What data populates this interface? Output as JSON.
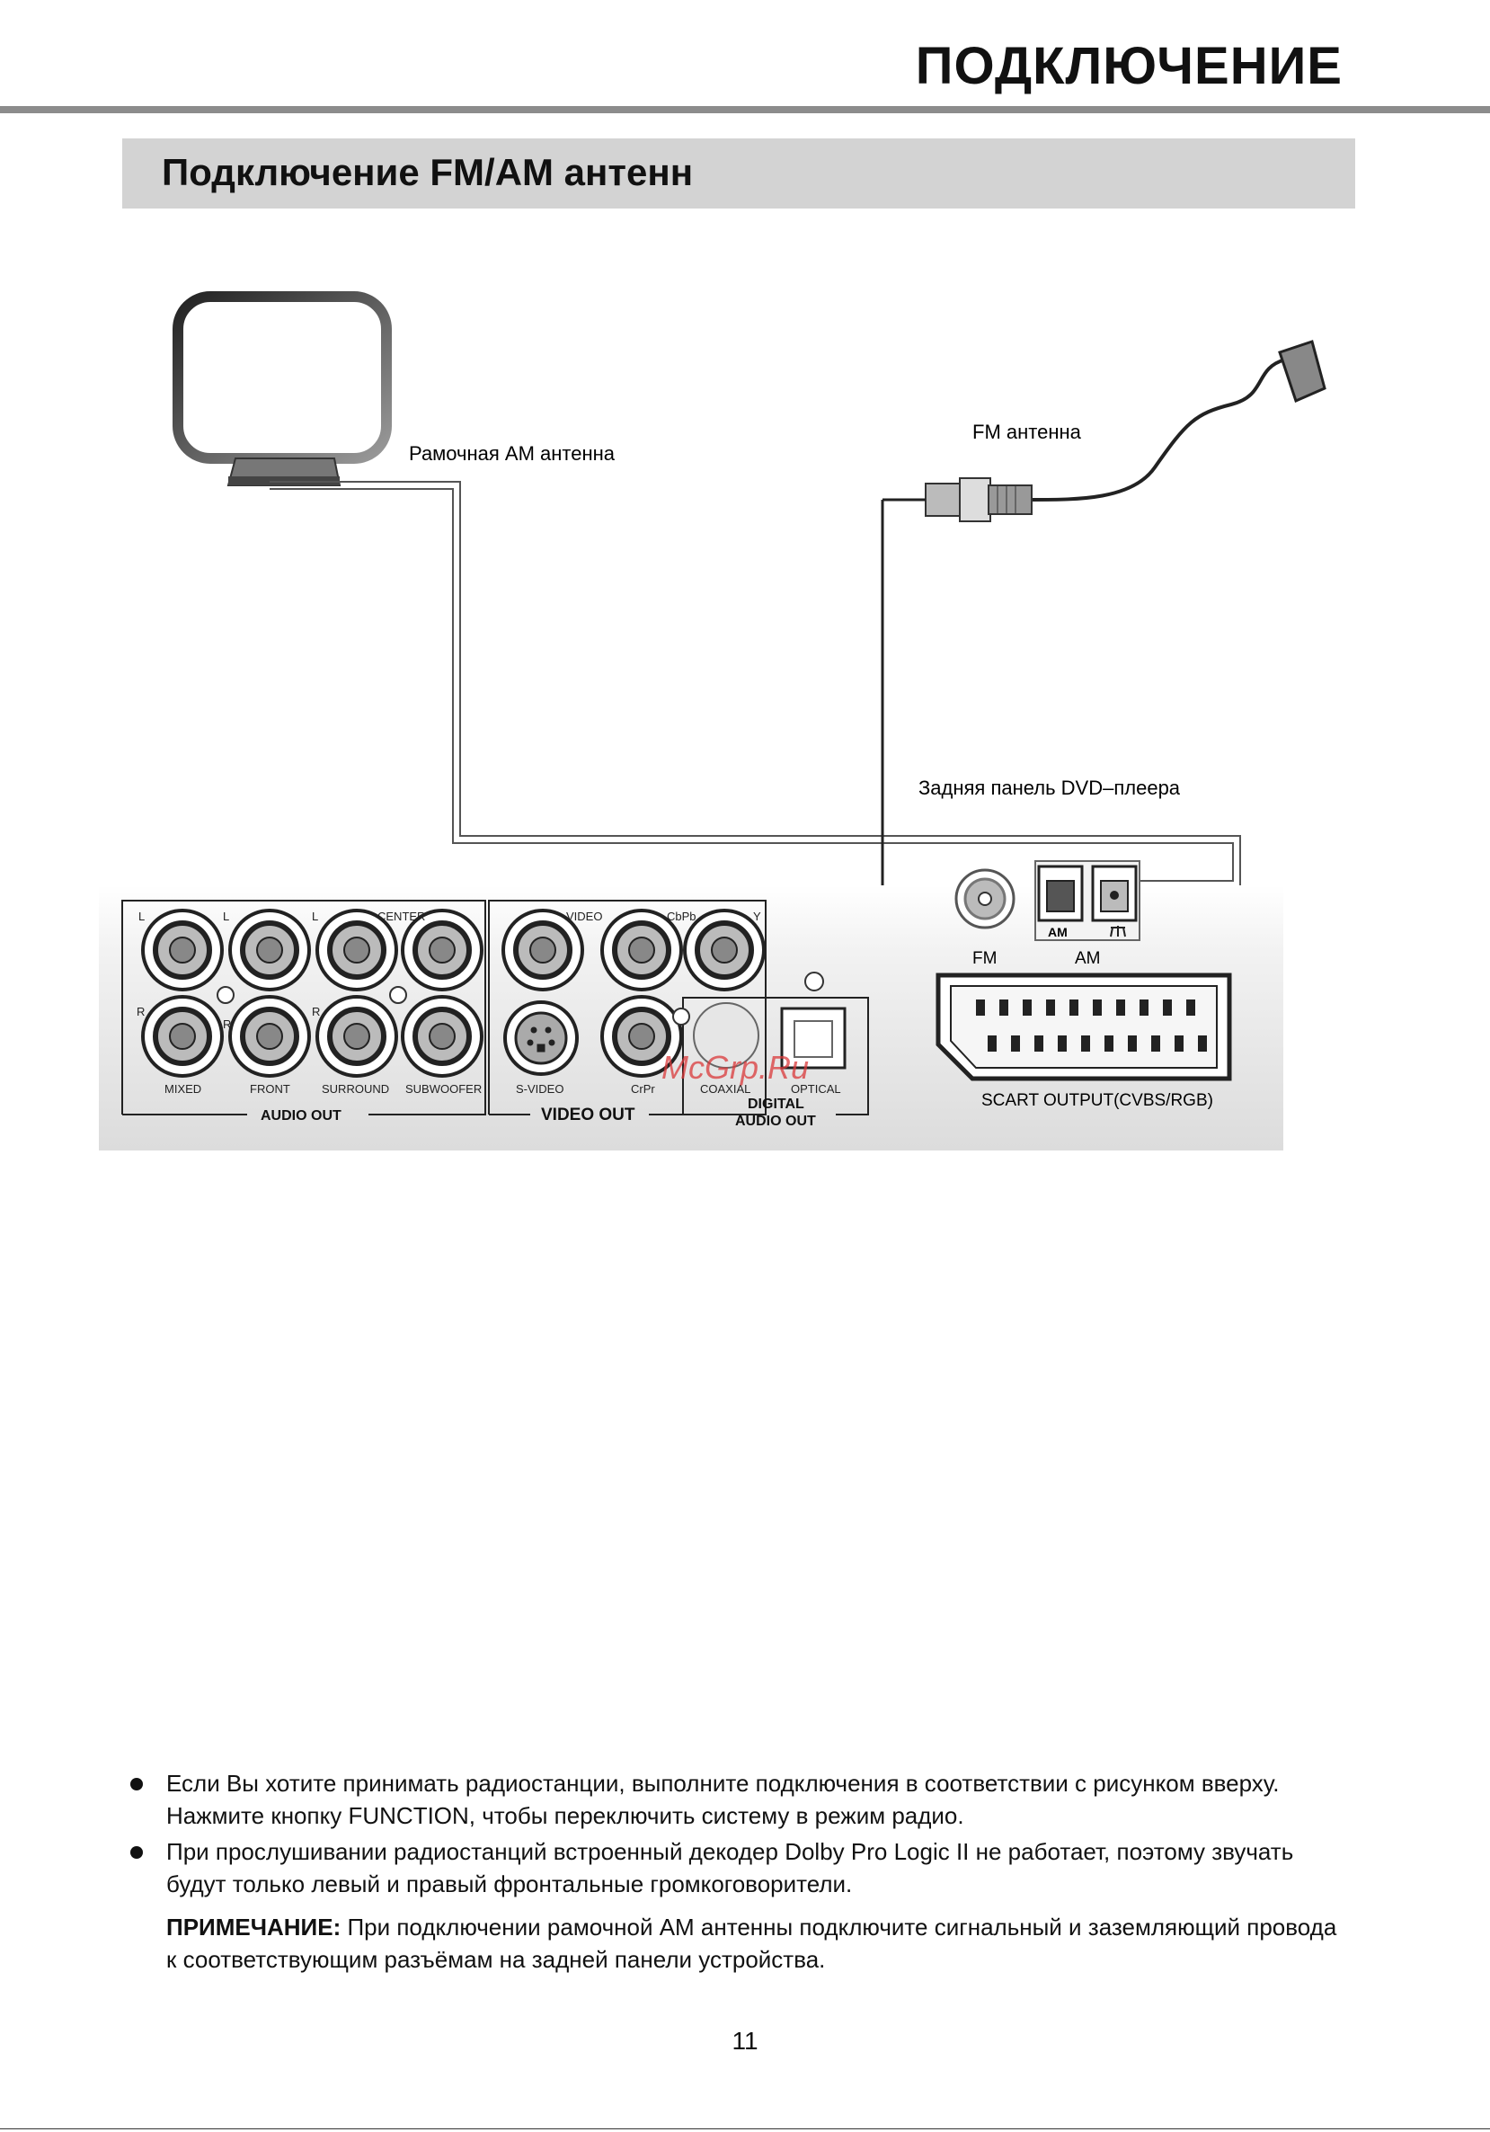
{
  "header": {
    "title": "ПОДКЛЮЧЕНИЕ"
  },
  "section": {
    "title": "Подключение FM/AM антенн"
  },
  "diagram": {
    "labels": {
      "am_antenna": "Рамочная АМ антенна",
      "fm_antenna": "FM антенна",
      "rear_panel": "Задняя панель DVD–плеера",
      "fm": "FM",
      "am": "AM",
      "am_small": "AM",
      "scart": "SCART OUTPUT(CVBS/RGB)",
      "watermark": "McGrp.Ru"
    },
    "jack_labels": {
      "l1": "L",
      "l2": "L",
      "l3": "L",
      "center": "CENTER",
      "r1": "R",
      "r2": "R",
      "r3": "R",
      "video": "VIDEO",
      "cbpb": "CbPb",
      "y": "Y",
      "mixed": "MIXED",
      "front": "FRONT",
      "surround": "SURROUND",
      "subwoofer": "SUBWOOFER",
      "svideo": "S-VIDEO",
      "crpr": "CrPr",
      "coaxial": "COAXIAL",
      "optical": "OPTICAL"
    },
    "group_labels": {
      "audio_out": "AUDIO OUT",
      "video_out": "VIDEO OUT",
      "digital": "DIGITAL",
      "digital_audio_out": "AUDIO OUT"
    }
  },
  "bullets": [
    {
      "line1": "Если Вы хотите принимать радиостанции, выполните подключения в соответствии с рисунком вверху.",
      "line2": "Нажмите кнопку FUNCTION, чтобы переключить систему в режим радио."
    },
    {
      "line1": "При прослушивании радиостанций встроенный декодер Dolby Pro Logic II не работает, поэтому звучать",
      "line2": "будут только левый и правый фронтальные громкоговорители."
    }
  ],
  "note": {
    "label": "ПРИМЕЧАНИЕ:",
    "line1": " При подключении рамочной АМ антенны подключите сигнальный и заземляющий провода",
    "line2": "к соответствующим разъёмам на задней панели устройства."
  },
  "page_number": "11"
}
